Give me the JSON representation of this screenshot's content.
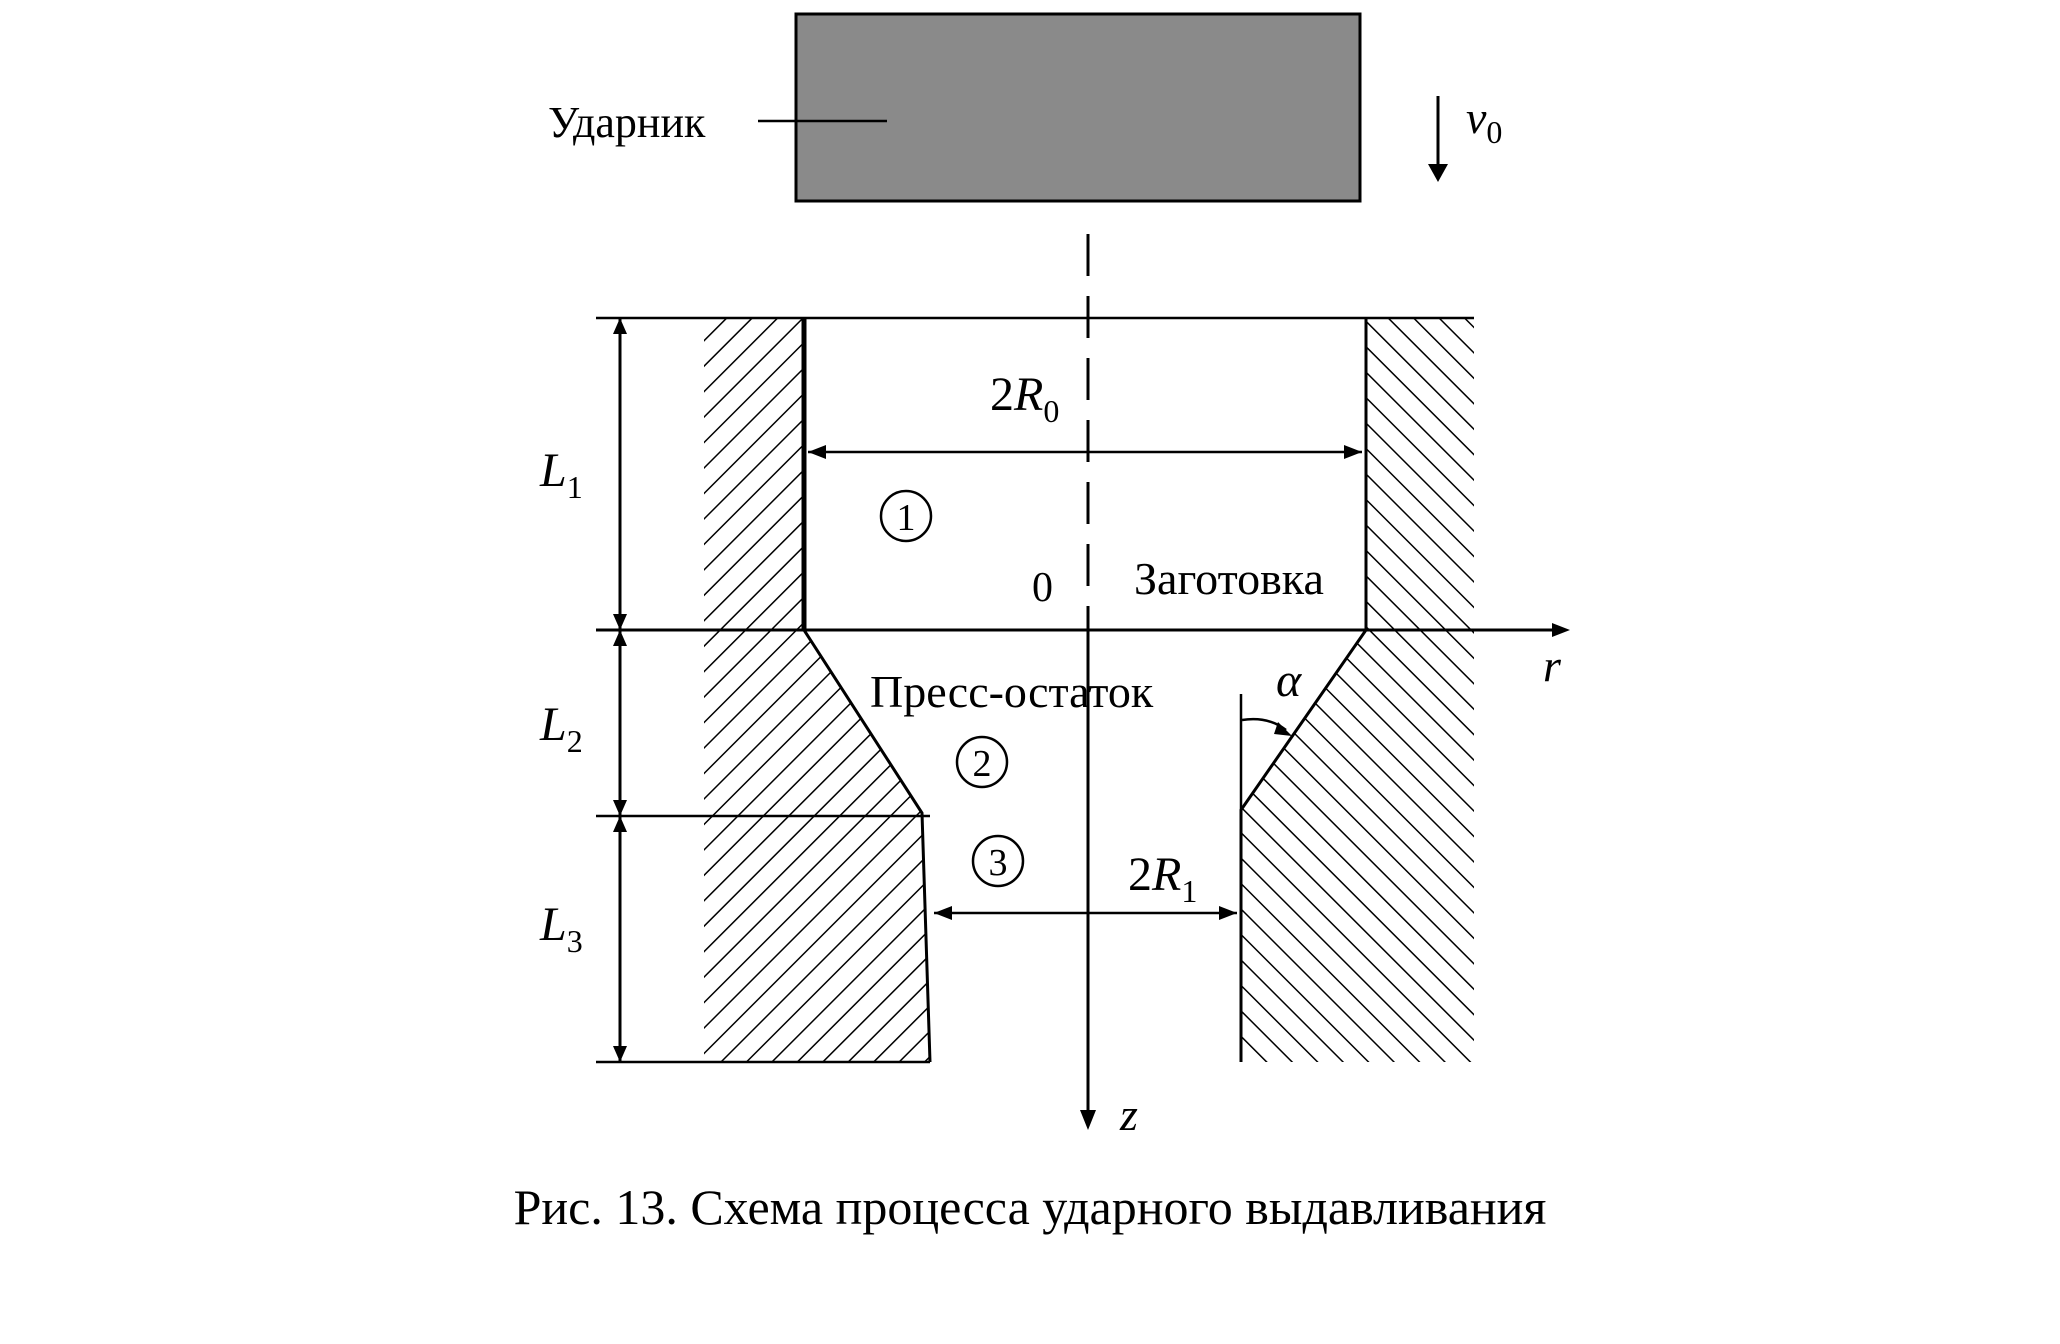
{
  "diagram": {
    "striker_label": "Ударник",
    "velocity": {
      "symbol": "v",
      "subscript": "0"
    },
    "dim_2R0": {
      "prefix": "2",
      "symbol": "R",
      "subscript": "0"
    },
    "dim_2R1": {
      "prefix": "2",
      "symbol": "R",
      "subscript": "1"
    },
    "L1": {
      "symbol": "L",
      "subscript": "1"
    },
    "L2": {
      "symbol": "L",
      "subscript": "2"
    },
    "L3": {
      "symbol": "L",
      "subscript": "3"
    },
    "zone_1": "1",
    "zone_2": "2",
    "zone_3": "3",
    "origin_label": "0",
    "billet_label": "Заготовка",
    "residue_label": "Пресс-остаток",
    "angle_label": "α",
    "r_axis_label": "r",
    "z_axis_label": "z"
  },
  "caption": "Рис. 13. Схема процесса ударного выдавливания"
}
